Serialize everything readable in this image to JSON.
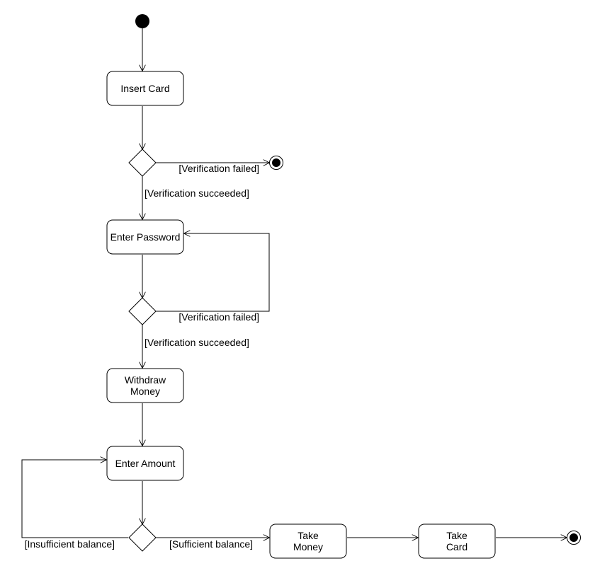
{
  "diagram": {
    "type": "uml-activity",
    "nodes": {
      "start": {
        "kind": "initial"
      },
      "insert_card": {
        "kind": "action",
        "label": [
          "Insert Card"
        ]
      },
      "decision_1": {
        "kind": "decision"
      },
      "final_1": {
        "kind": "final"
      },
      "enter_password": {
        "kind": "action",
        "label": [
          "Enter Password"
        ]
      },
      "decision_2": {
        "kind": "decision"
      },
      "withdraw_money": {
        "kind": "action",
        "label": [
          "Withdraw",
          "Money"
        ]
      },
      "enter_amount": {
        "kind": "action",
        "label": [
          "Enter Amount"
        ]
      },
      "decision_3": {
        "kind": "decision"
      },
      "take_money": {
        "kind": "action",
        "label": [
          "Take",
          "Money"
        ]
      },
      "take_card": {
        "kind": "action",
        "label": [
          "Take",
          "Card"
        ]
      },
      "final_2": {
        "kind": "final"
      }
    },
    "edges": [
      {
        "from": "start",
        "to": "insert_card"
      },
      {
        "from": "insert_card",
        "to": "decision_1"
      },
      {
        "from": "decision_1",
        "to": "final_1",
        "guard": "[Verification failed]"
      },
      {
        "from": "decision_1",
        "to": "enter_password",
        "guard": "[Verification succeeded]"
      },
      {
        "from": "enter_password",
        "to": "decision_2"
      },
      {
        "from": "decision_2",
        "to": "enter_password",
        "guard": "[Verification failed]"
      },
      {
        "from": "decision_2",
        "to": "withdraw_money",
        "guard": "[Verification succeeded]"
      },
      {
        "from": "withdraw_money",
        "to": "enter_amount"
      },
      {
        "from": "enter_amount",
        "to": "decision_3"
      },
      {
        "from": "decision_3",
        "to": "enter_amount",
        "guard": "[Insufficient balance]"
      },
      {
        "from": "decision_3",
        "to": "take_money",
        "guard": "[Sufficient balance]"
      },
      {
        "from": "take_money",
        "to": "take_card"
      },
      {
        "from": "take_card",
        "to": "final_2"
      }
    ]
  }
}
